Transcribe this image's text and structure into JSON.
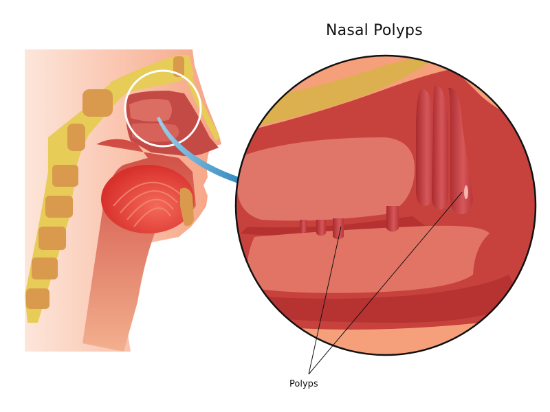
{
  "title": "Nasal Polyps",
  "callout_label": "Polyps",
  "diagram": {
    "type": "medical-illustration",
    "subject": "Sagittal head section with magnified nasal cavity showing polyps",
    "regions": [
      "head-cross-section",
      "nasal-cavity-highlight-circle",
      "zoom-arrow",
      "magnified-circle",
      "polyp-callout-lines"
    ],
    "colors": {
      "skin": "#f6a886",
      "skin_light": "#fbd9c7",
      "tissue": "#d34a42",
      "tissue_dark": "#a8282a",
      "tissue_light": "#e27a6a",
      "bone": "#e2c25a",
      "bone_marrow": "#d99a4e",
      "tongue": "#e8453e",
      "arrow": "#3aa3d8",
      "outline": "#111111"
    }
  }
}
